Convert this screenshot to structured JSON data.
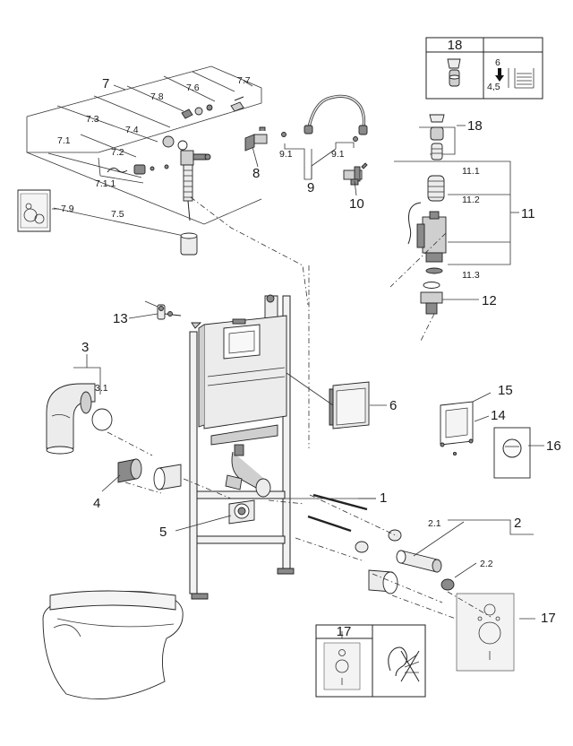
{
  "labels": {
    "l1": "1",
    "l2": "2",
    "l2_1": "2.1",
    "l2_2": "2.2",
    "l3": "3",
    "l3_1": "3.1",
    "l4": "4",
    "l5": "5",
    "l6": "6",
    "l7": "7",
    "l7_1": "7.1",
    "l7_1_1": "7.1.1",
    "l7_2": "7.2",
    "l7_3": "7.3",
    "l7_4": "7.4",
    "l7_5": "7.5",
    "l7_6": "7.6",
    "l7_7": "7.7",
    "l7_8": "7.8",
    "l7_9": "7.9",
    "l8": "8",
    "l9": "9",
    "l9_1a": "9.1",
    "l9_1b": "9.1",
    "l10": "10",
    "l11": "11",
    "l11_1": "11.1",
    "l11_2": "11.2",
    "l11_3": "11.3",
    "l12": "12",
    "l13": "13",
    "l14": "14",
    "l15": "15",
    "l16": "16",
    "l17": "17",
    "l18": "18"
  },
  "insets": {
    "top_right": {
      "number": "18",
      "count": "6",
      "size": "4,5"
    },
    "bottom": {
      "number": "17"
    }
  }
}
